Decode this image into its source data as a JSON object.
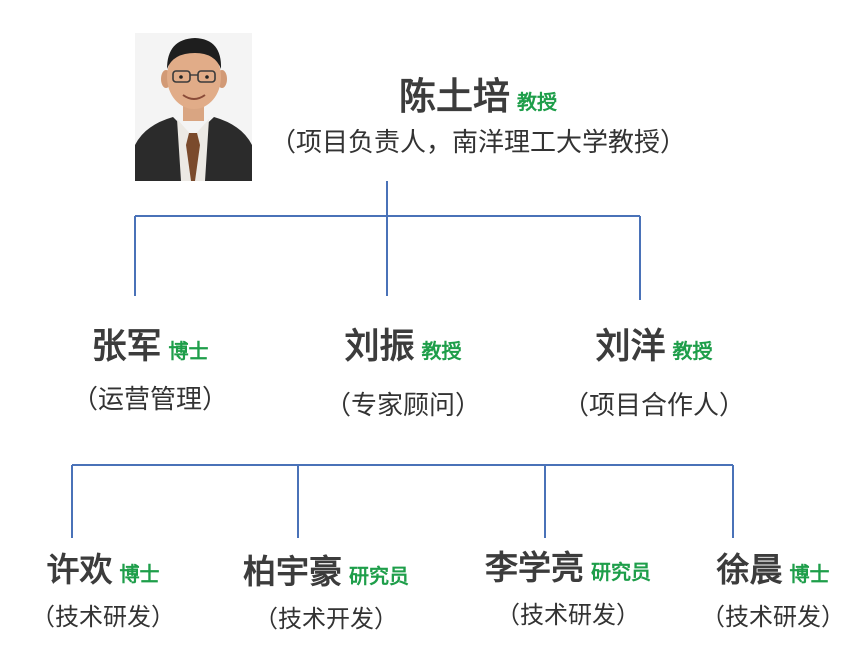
{
  "leader": {
    "name": "陈土培",
    "title": "教授",
    "role": "（项目负责人，南洋理工大学教授）"
  },
  "tier2": [
    {
      "name": "张军",
      "title": "博士",
      "role": "（运营管理）"
    },
    {
      "name": "刘振",
      "title": "教授",
      "role": "（专家顾问）"
    },
    {
      "name": "刘洋",
      "title": "教授",
      "role": "（项目合作人）"
    }
  ],
  "tier3": [
    {
      "name": "许欢",
      "title": "博士",
      "role": "（技术研发）"
    },
    {
      "name": "柏宇豪",
      "title": "研究员",
      "role": "（技术开发）"
    },
    {
      "name": "李学亮",
      "title": "研究员",
      "role": "（技术研发）"
    },
    {
      "name": "徐晨",
      "title": "博士",
      "role": "（技术研发）"
    }
  ],
  "colors": {
    "connector": "#4a72b8",
    "rank_text": "#1e9e4a",
    "name_text": "#3c3c3c"
  }
}
